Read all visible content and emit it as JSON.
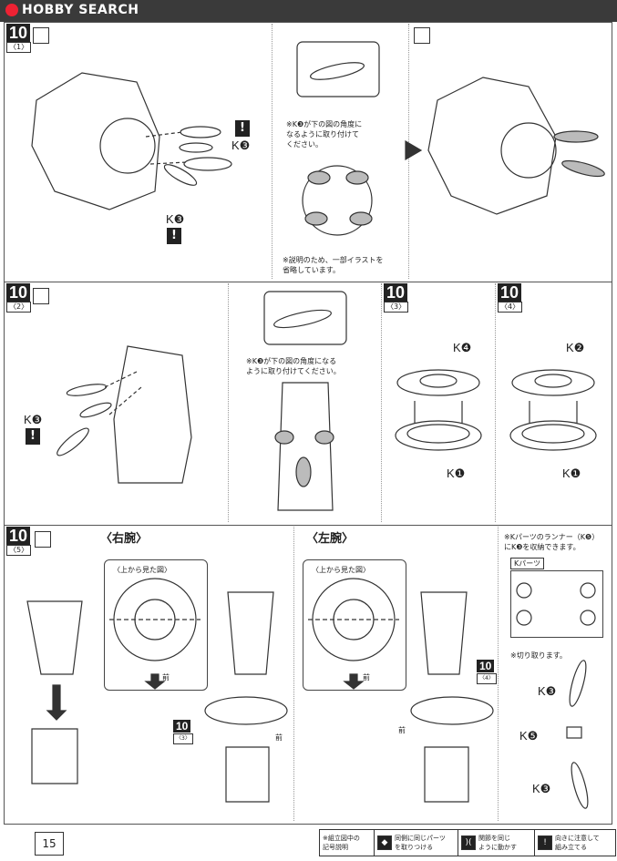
{
  "header": {
    "logo": "HOBBY SEARCH"
  },
  "step1": {
    "number": "10",
    "sub": "1",
    "note_top": "※K❸が下の図の角度に\nなるように取り付けて\nください。",
    "note_bottom": "※説明のため、一部イラストを\n省略しています。",
    "k_a": "K❸",
    "k_b": "K❸"
  },
  "step2": {
    "number": "10",
    "sub": "2",
    "note": "※K❸が下の図の角度になる\nように取り付けてください。",
    "k": "K❸"
  },
  "step3": {
    "number": "10",
    "sub": "3",
    "top": "K❹",
    "bottom": "K❶"
  },
  "step4": {
    "number": "10",
    "sub": "4",
    "top": "K❷",
    "bottom": "K❶"
  },
  "step5": {
    "number": "10",
    "sub": "5",
    "right_arm": "〈右腕〉",
    "left_arm": "〈左腕〉",
    "top_view": "〈上から見た図〉",
    "front": "前",
    "ref3": "10",
    "ref3_sub": "3",
    "ref4": "10",
    "ref4_sub": "4",
    "runner_note": "※Kパーツのランナー（K❺）\nにK❸を収納できます。",
    "k_parts": "Kパーツ",
    "cut": "※切り取ります。",
    "k3a": "K❸",
    "k5": "K❺",
    "k3b": "K❸"
  },
  "footer": {
    "page": "15",
    "legend_title": "※組立図中の\n記号説明",
    "legend1": "同側に同じパーツ\nを取りつける",
    "legend2": "関節を同じ\nように動かす",
    "legend3": "向きに注意して\n組み立てる"
  }
}
